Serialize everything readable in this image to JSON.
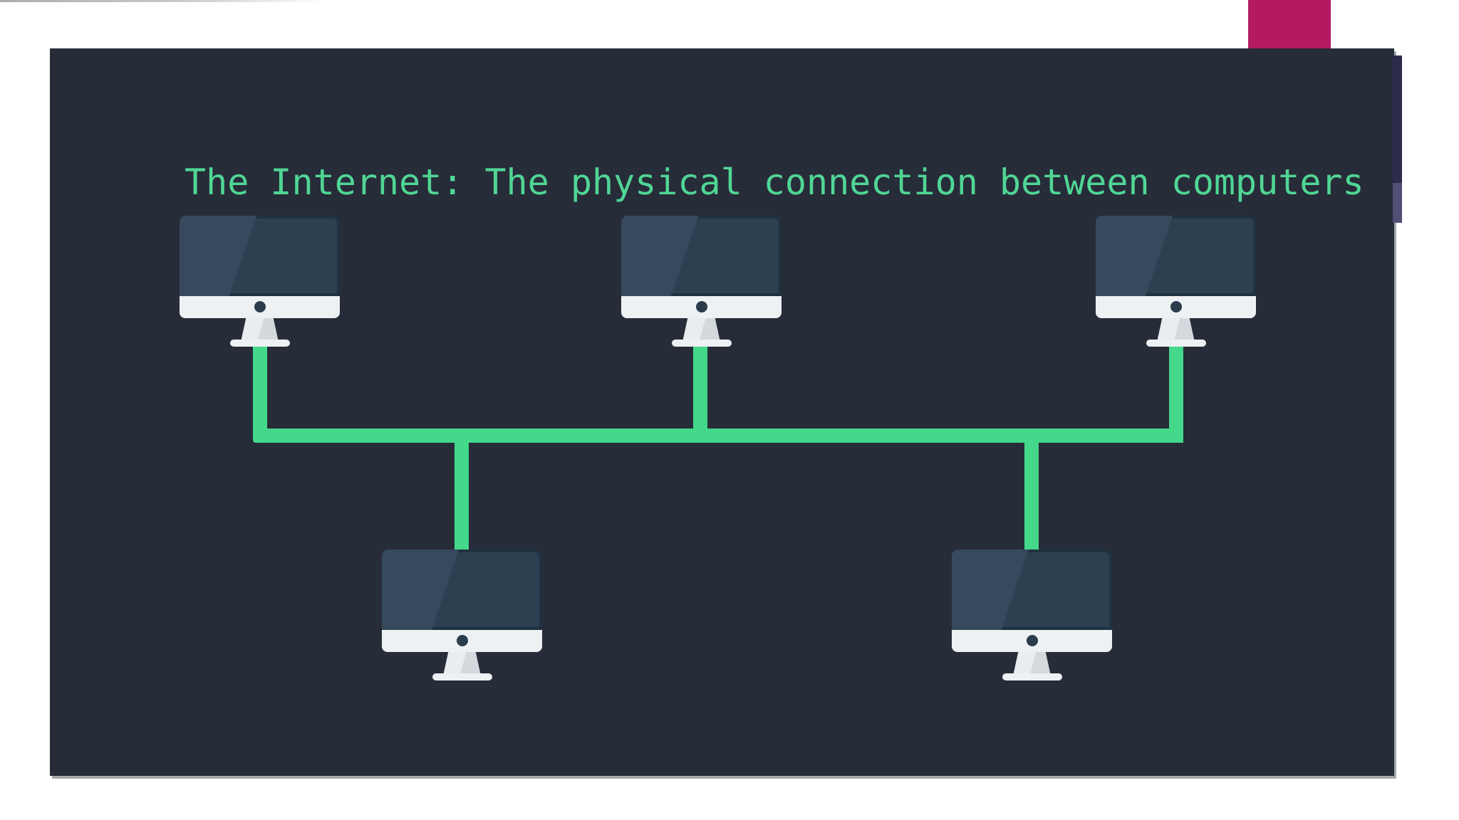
{
  "slide": {
    "title": "The Internet: The physical connection between computers"
  },
  "network": {
    "computer_count": 5,
    "top_row_count": 3,
    "bottom_row_count": 2,
    "topology": "bus"
  },
  "colors": {
    "page_bg": "#ffffff",
    "slide_bg": "#272c39",
    "title_text": "#50d695",
    "cable": "#44d88b",
    "screen": "#2d4052",
    "screen_glare": "#37495c",
    "chin": "#eef1f3",
    "stand_light": "#e9edf0",
    "stand_dark": "#d4d9dd",
    "camera_dot": "#2b3c4c",
    "bar_pink": "#b31a61",
    "bar_navy": "#2c2b4e",
    "bar_purple": "#514f78",
    "top_line": "#a8adb0"
  }
}
